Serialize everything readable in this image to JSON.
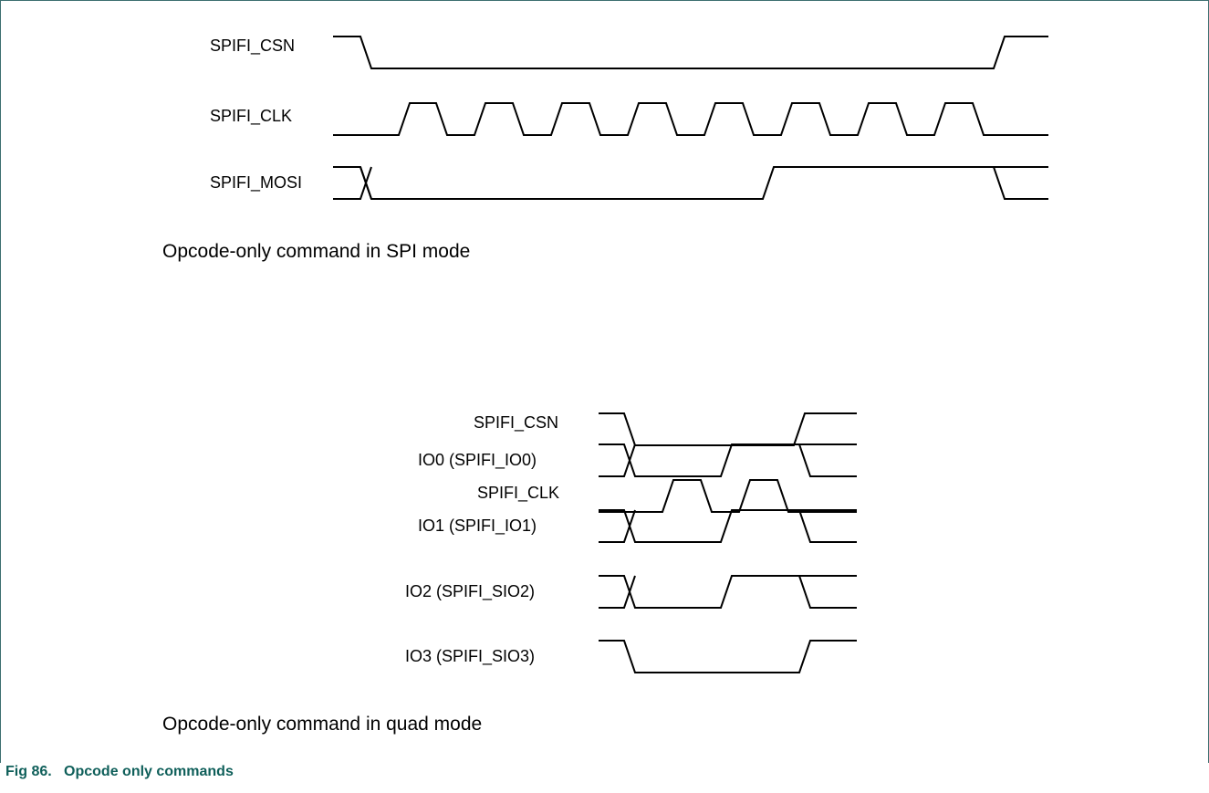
{
  "figure": {
    "number_label": "Fig 86.",
    "title": "Opcode only commands"
  },
  "panels": {
    "spi": {
      "caption": "Opcode-only command in SPI mode",
      "signals": [
        {
          "name": "SPIFI_CSN"
        },
        {
          "name": "SPIFI_CLK"
        },
        {
          "name": "SPIFI_MOSI"
        }
      ]
    },
    "quad": {
      "caption": "Opcode-only command in quad mode",
      "signals": [
        {
          "name": "SPIFI_CSN"
        },
        {
          "name": "SPIFI_CLK"
        },
        {
          "name": "IO0 (SPIFI_IO0)"
        },
        {
          "name": "IO1 (SPIFI_IO1)"
        },
        {
          "name": "IO2 (SPIFI_SIO2)"
        },
        {
          "name": "IO3 (SPIFI_SIO3)"
        }
      ]
    }
  },
  "colors": {
    "frame": "#3d6f70",
    "caption_accent": "#0f5f5a",
    "line": "#000000"
  }
}
